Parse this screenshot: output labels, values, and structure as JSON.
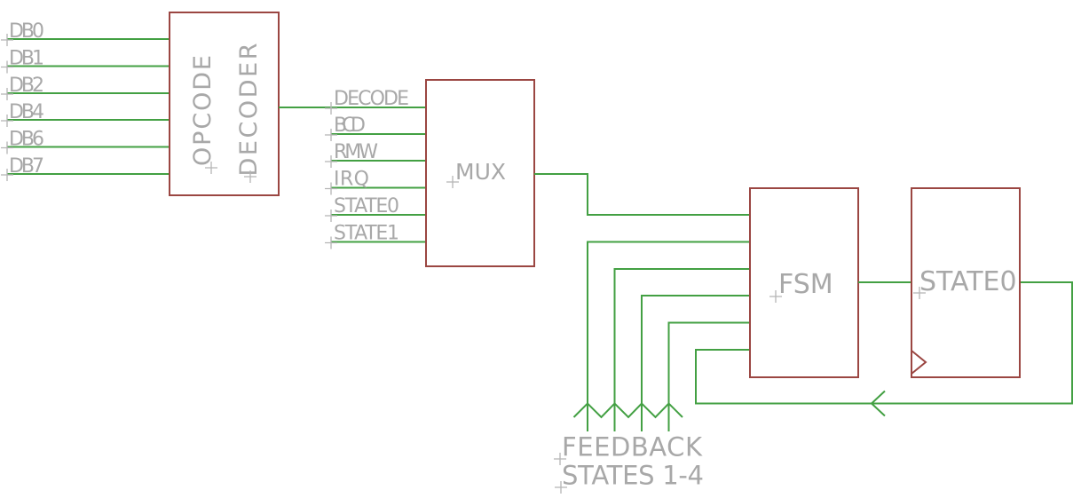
{
  "schematic": {
    "decoder_block": {
      "name_line1": "OPCODE",
      "name_line2": "DECODER"
    },
    "decoder_inputs": [
      "DB0",
      "DB1",
      "DB2",
      "DB4",
      "DB6",
      "DB7"
    ],
    "mux_block": {
      "name": "MUX"
    },
    "mux_inputs": [
      "DECODE",
      "BCD",
      "RMW",
      "IRQ",
      "STATE0",
      "STATE1"
    ],
    "fsm_block": {
      "name": "FSM"
    },
    "state_register_block": {
      "name": "STATE0"
    },
    "feedback_note": {
      "line1": "FEEDBACK",
      "line2": "STATES 1-4"
    },
    "colors": {
      "wire_green": "#43a043",
      "outline_maroon": "#9b4642",
      "label_gray": "#a8a8a8",
      "origin_cross_gray": "#b5b5b5",
      "background": "#ffffff"
    }
  }
}
